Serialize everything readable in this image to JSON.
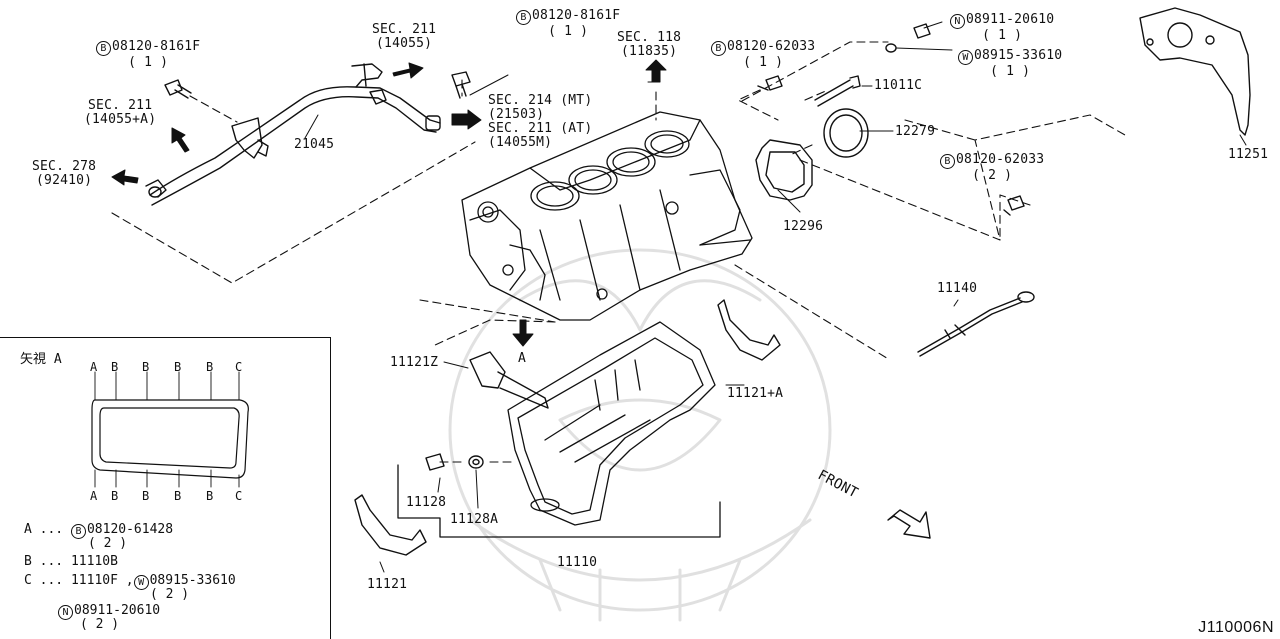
{
  "labels": {
    "sec211_top": {
      "line1": "SEC. 211",
      "line2": "(14055)"
    },
    "bolt_top_center": {
      "badge": "B",
      "num": "08120-8161F",
      "qty": "( 1 )"
    },
    "sec118": {
      "line1": "SEC. 118",
      "line2": "(11835)"
    },
    "bolt_top_left": {
      "badge": "B",
      "num": "08120-8161F",
      "qty": "( 1 )"
    },
    "sec211_left": {
      "line1": "SEC. 211",
      "line2": "(14055+A)"
    },
    "sec278": {
      "line1": "SEC. 278",
      "line2": "(92410)"
    },
    "pipe_21045": "21045",
    "sec214": {
      "line1": "SEC. 214 (MT)",
      "line2": "(21503)",
      "line3": "SEC. 211 (AT)",
      "line4": "(14055M)"
    },
    "bolt_62033_top": {
      "badge": "B",
      "num": "08120-62033",
      "qty": "( 1 )"
    },
    "nut_20610": {
      "badge": "N",
      "num": "08911-20610",
      "qty": "( 1 )"
    },
    "washer_33610": {
      "badge": "W",
      "num": "08915-33610",
      "qty": "( 1 )"
    },
    "stud_11011c": "11011C",
    "seal_12279": "12279",
    "bolt_62033_right": {
      "badge": "B",
      "num": "08120-62033",
      "qty": "( 2 )"
    },
    "retainer_12296": "12296",
    "plate_11251": "11251",
    "dipstick_11140": "11140",
    "strainer_11121z": "11121Z",
    "view_arrow_a": "A",
    "baffle_11121a": "11121+A",
    "bolt_11128": "11128",
    "washer_11128a": "11128A",
    "oilpan_11110": "11110",
    "baffle_11121": "11121",
    "front": "FRONT"
  },
  "legend": {
    "title": "矢視 A",
    "top_keys": [
      "A",
      "B",
      "B",
      "B",
      "B",
      "C"
    ],
    "bottom_keys": [
      "A",
      "B",
      "B",
      "B",
      "B",
      "C"
    ],
    "line_a": {
      "key": "A ...",
      "badge": "B",
      "num": "08120-61428",
      "qty": "( 2 )"
    },
    "line_b": {
      "key": "B ...",
      "num": "11110B"
    },
    "line_c": {
      "key": "C ...",
      "num": "11110F ,",
      "badge": "W",
      "num2": "08915-33610",
      "qty": "( 2 )"
    },
    "line_n": {
      "badge": "N",
      "num": "08911-20610",
      "qty": "( 2 )"
    }
  },
  "diagram_code": "J110006N"
}
